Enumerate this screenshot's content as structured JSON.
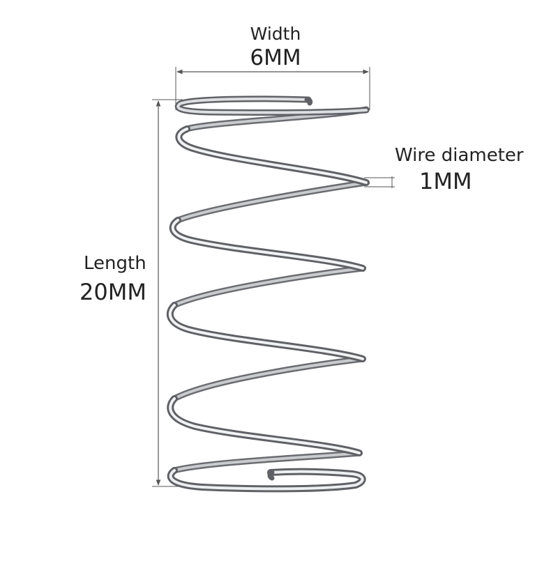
{
  "dimensions": {
    "width": {
      "label": "Width",
      "value": "6MM"
    },
    "wire": {
      "label": "Wire diameter",
      "value": "1MM"
    },
    "length": {
      "label": "Length",
      "value": "20MM"
    }
  },
  "colors": {
    "background": "#ffffff",
    "text": "#222222",
    "dimension_line": "#555555",
    "wire_dark": "#5f6166",
    "wire_mid": "#b9bcc1",
    "wire_light": "#f4f5f6"
  }
}
